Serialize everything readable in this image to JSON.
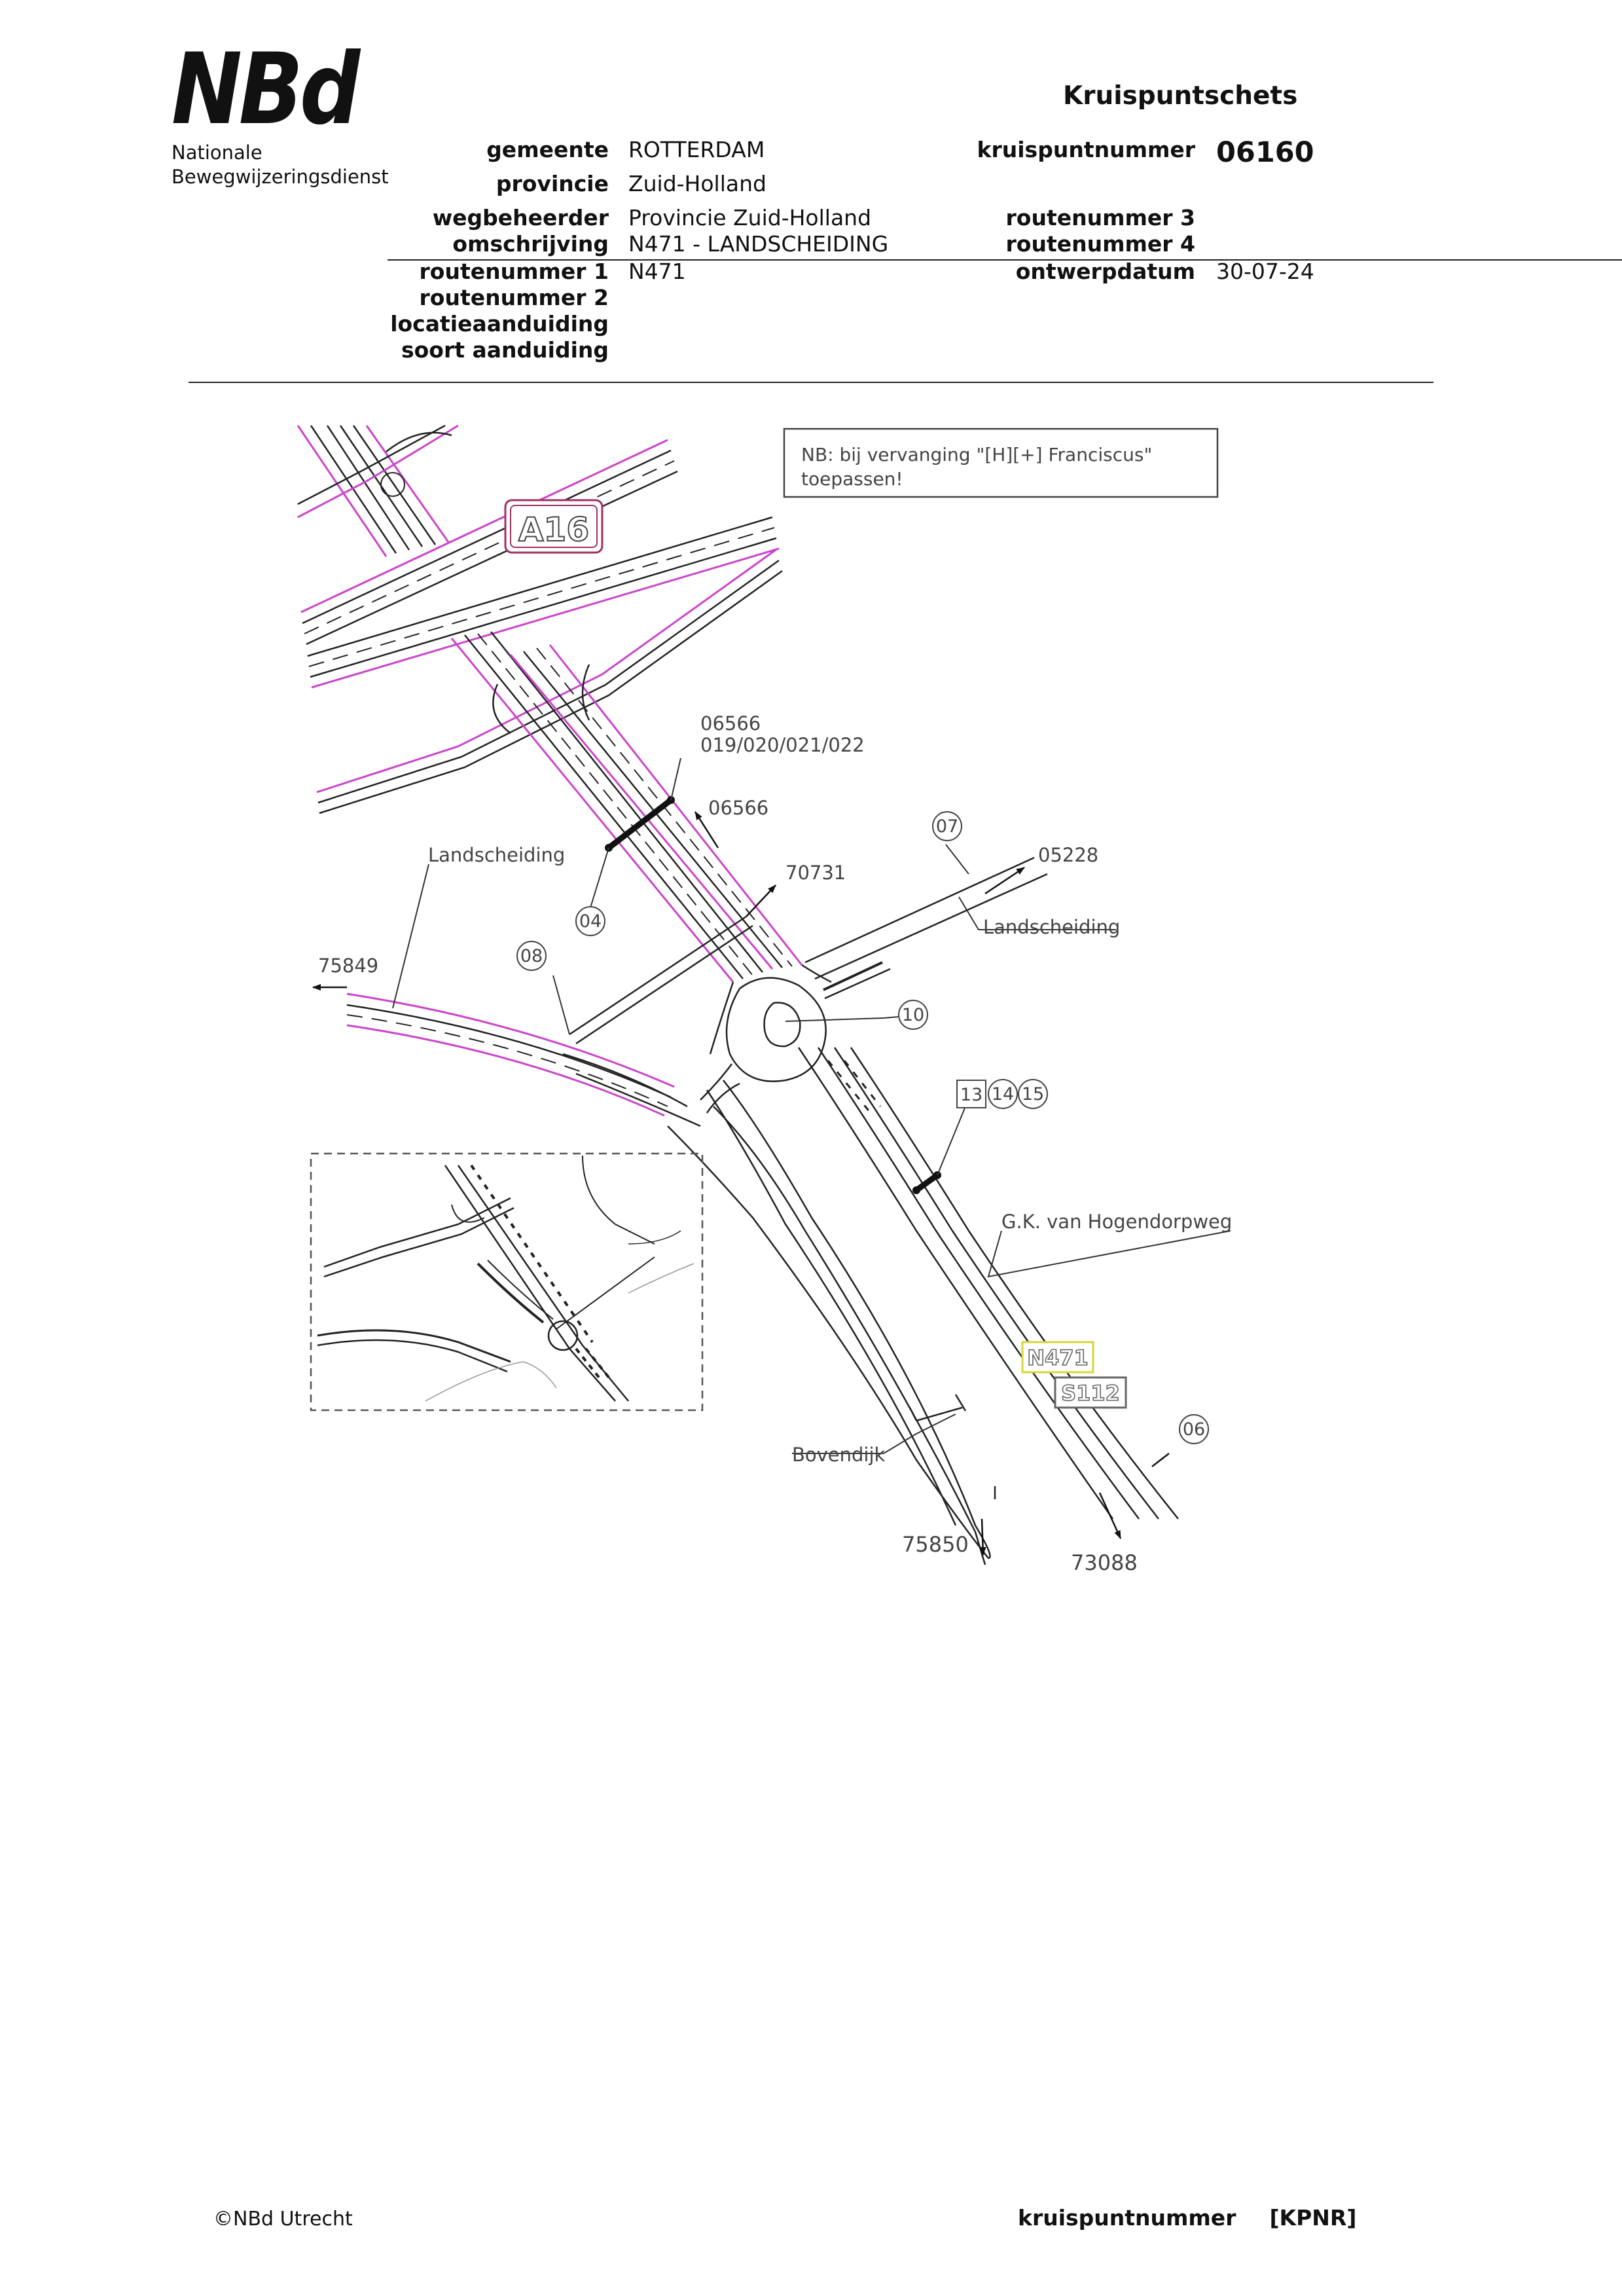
{
  "logo": {
    "mark": "NBd",
    "line1": "Nationale",
    "line2": "Bewegwijzeringsdienst"
  },
  "title": "Kruispuntschets",
  "header": {
    "gemeente_label": "gemeente",
    "gemeente": "ROTTERDAM",
    "provincie_label": "provincie",
    "provincie": "Zuid-Holland",
    "wegbeheerder_label": "wegbeheerder",
    "wegbeheerder": "Provincie Zuid-Holland",
    "omschrijving_label": "omschrijving",
    "omschrijving": "N471 - LANDSCHEIDING",
    "routenummer1_label": "routenummer 1",
    "routenummer1": "N471",
    "routenummer2_label": "routenummer 2",
    "locatie_label": "locatieaanduiding",
    "soort_label": "soort aanduiding",
    "kruispuntnummer_label": "kruispuntnummer",
    "kruispuntnummer": "06160",
    "routenummer3_label": "routenummer 3",
    "routenummer4_label": "routenummer 4",
    "ontwerpdatum_label": "ontwerpdatum",
    "ontwerpdatum": "30-07-24"
  },
  "drawing": {
    "note_line1": "NB:  bij  vervanging    \"[H][+]  Franciscus\"",
    "note_line2": "toepassen!",
    "shield_a16": "A16",
    "shield_n471": "N471",
    "shield_s112": "S112",
    "sign_ref_top": "06566",
    "sign_ref_codes": "019/020/021/022",
    "dest_06566": "06566",
    "dest_70731": "70731",
    "dest_05228": "05228",
    "dest_75849": "75849",
    "dest_75850": "75850",
    "dest_73088": "73088",
    "street_landscheiding_w": "Landscheiding",
    "street_landscheiding_e": "Landscheiding",
    "street_hogendorp": "G.K.  van  Hogendorpweg",
    "street_bovendijk": "Bovendijk",
    "bubble_04": "04",
    "bubble_07": "07",
    "bubble_08": "08",
    "bubble_10": "10",
    "bubble_06": "06",
    "box_13": "13",
    "bubble_14": "14",
    "bubble_15": "15"
  },
  "colors": {
    "magenta": "#cc44cc",
    "yellow_shield": "#d6d63a",
    "line": "#1a1a1a"
  },
  "footer": {
    "copyright": "©NBd Utrecht",
    "label": "kruispuntnummer",
    "code": "[KPNR]"
  }
}
